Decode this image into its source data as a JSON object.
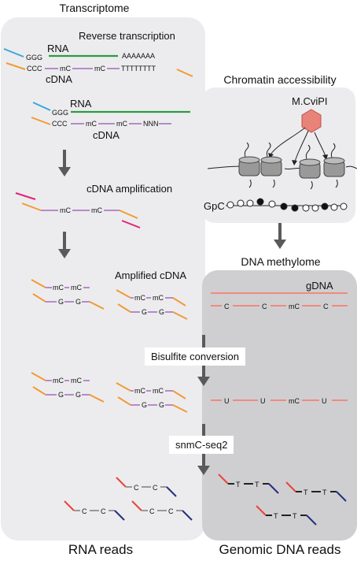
{
  "panels": {
    "transcriptome": "Transcriptome",
    "chromatin": "Chromatin accessibility",
    "methylome": "DNA methylome"
  },
  "labels": {
    "reverse_transcription": "Reverse transcription",
    "rna": "RNA",
    "cdna": "cDNA",
    "ggg": "GGG",
    "ccc": "CCC",
    "polyA": "AAAAAAA",
    "polyT": "TTTTTTTT",
    "nnn": "NNN",
    "mc": "mC",
    "g": "G",
    "c": "C",
    "u": "U",
    "t": "T",
    "enzyme": "M.CviPI",
    "gpc": "GpC",
    "cdna_amplification": "cDNA amplification",
    "amplified_cdna": "Amplified cDNA",
    "gdna": "gDNA",
    "bisulfite": "Bisulfite conversion",
    "snmc": "snmC-seq2"
  },
  "footer": {
    "rna_reads": "RNA reads",
    "genomic_reads": "Genomic DNA reads"
  },
  "colors": {
    "orange": "#f39a33",
    "green": "#2f9a44",
    "blue": "#3aa7d8",
    "purple": "#b58ac9",
    "pink": "#e0247a",
    "red": "#e8453b",
    "navy": "#25307a",
    "salmon": "#f08a80",
    "enzyme": "#e8837a",
    "arrow": "#5a5a5a",
    "panel_light": "#ececee",
    "panel_dark": "#cfcfd1"
  }
}
